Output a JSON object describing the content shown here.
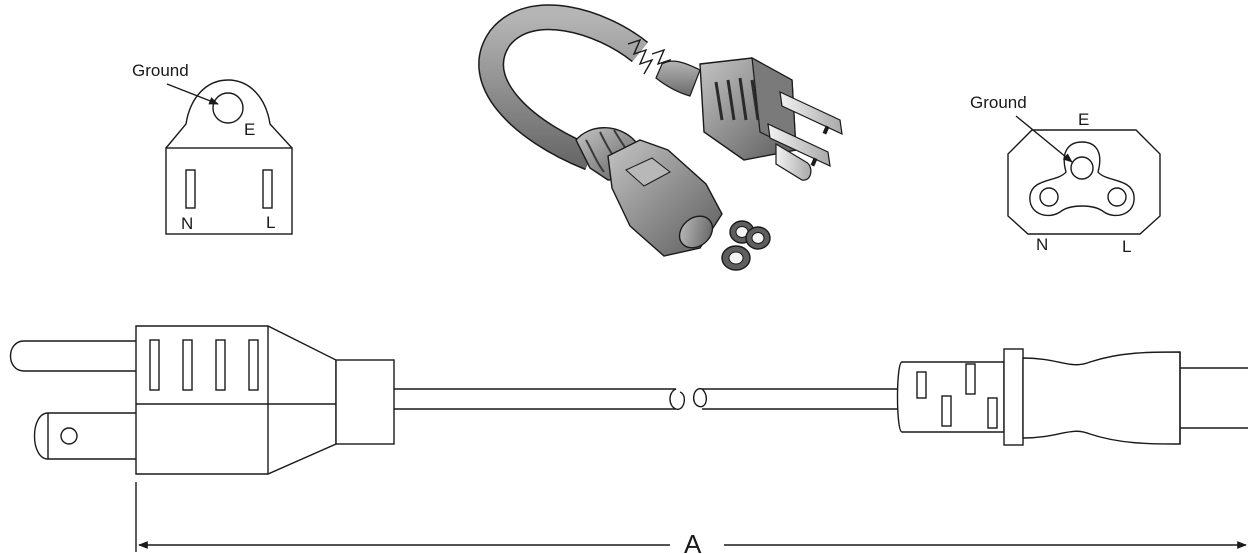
{
  "left_outlet": {
    "ground_label": "Ground",
    "e_label": "E",
    "n_label": "N",
    "l_label": "L"
  },
  "right_connector": {
    "ground_label": "Ground",
    "e_label": "E",
    "n_label": "N",
    "l_label": "L"
  },
  "dimension": {
    "label": "A"
  },
  "colors": {
    "line": "#1a1a1a",
    "plug_gray": "#9a9a9a",
    "plug_dark": "#6e6e6e",
    "background": "#ffffff"
  }
}
